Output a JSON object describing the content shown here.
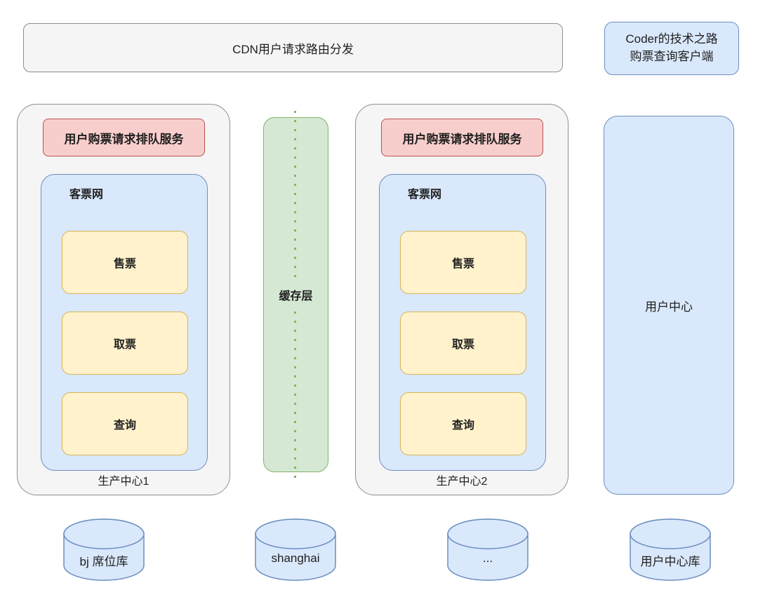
{
  "colors": {
    "gray_fill": "#f5f5f5",
    "gray_stroke": "#8f8f8f",
    "blue_fill": "#dae8fc",
    "blue_stroke": "#6c8ebf",
    "yellow_fill": "#fff2cc",
    "yellow_stroke": "#d6b656",
    "red_fill": "#f8cecc",
    "red_stroke": "#b85450",
    "green_fill": "#d5e8d4",
    "green_stroke": "#82b366",
    "text": "#1f1f1f"
  },
  "header": {
    "cdn_label": "CDN用户请求路由分发",
    "client_label_line1": "Coder的技术之路",
    "client_label_line2": "购票查询客户端"
  },
  "production_centers": [
    {
      "name": "生产中心1",
      "queue_service": "用户购票请求排队服务",
      "ticket_site": "客票网",
      "services": [
        "售票",
        "取票",
        "查询"
      ]
    },
    {
      "name": "生产中心2",
      "queue_service": "用户购票请求排队服务",
      "ticket_site": "客票网",
      "services": [
        "售票",
        "取票",
        "查询"
      ]
    }
  ],
  "cache_layer": {
    "label": "缓存层"
  },
  "user_center": {
    "label": "用户中心"
  },
  "databases": [
    {
      "label": "bj 席位库"
    },
    {
      "label": "shanghai"
    },
    {
      "label": "..."
    },
    {
      "label": "用户中心库"
    }
  ]
}
